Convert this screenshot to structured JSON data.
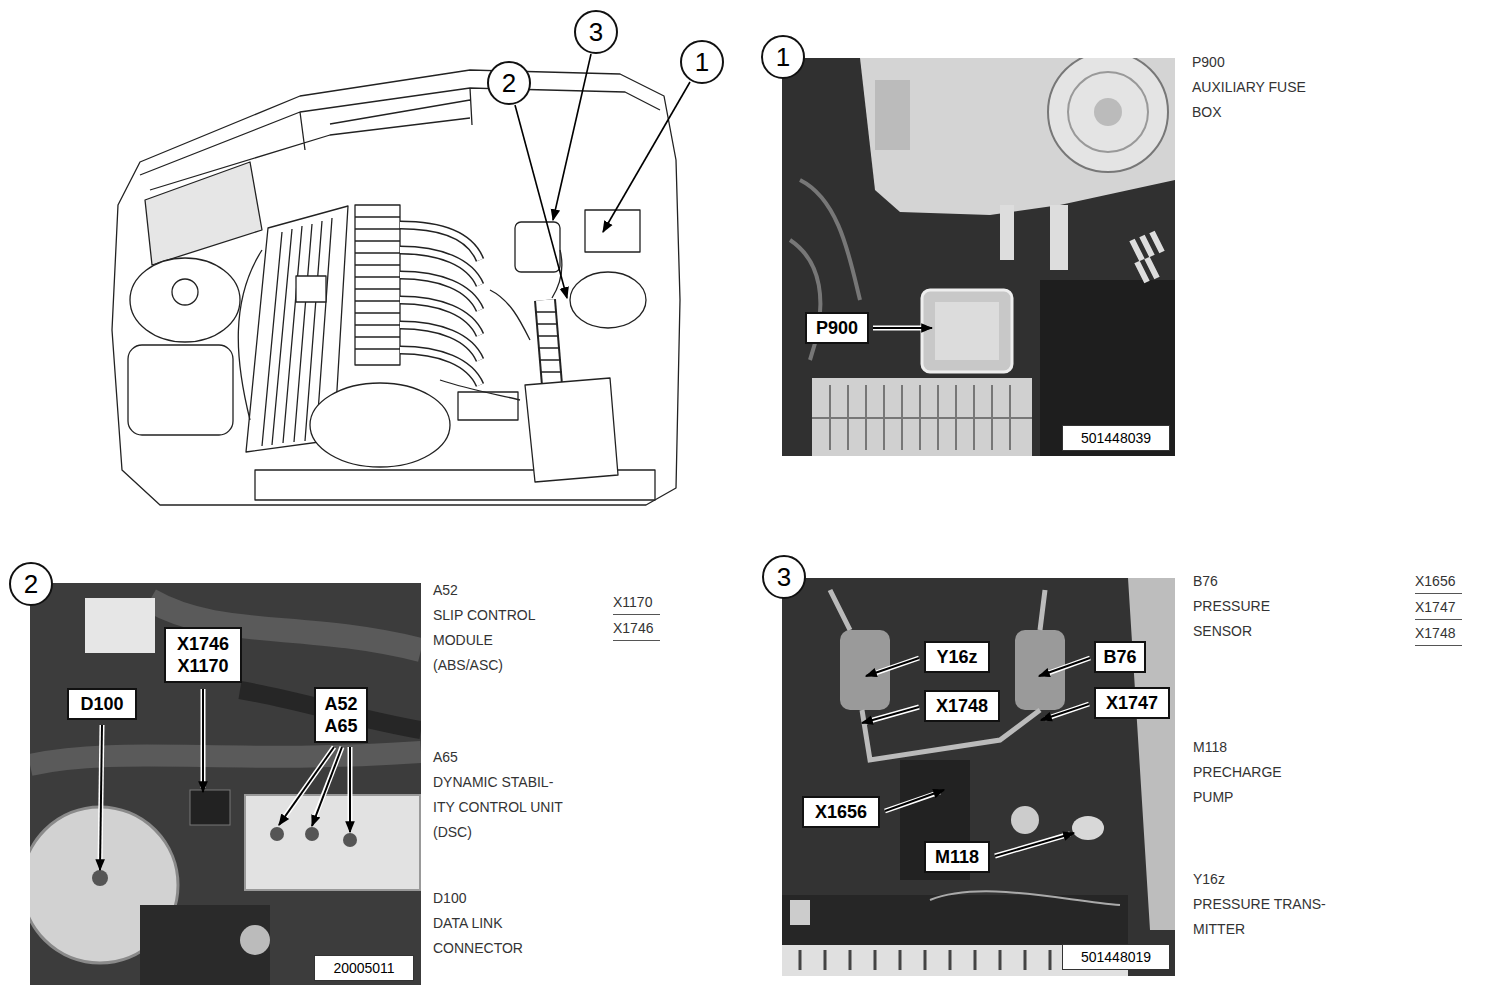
{
  "diagram": {
    "nodes": [
      {
        "text": [
          "2"
        ]
      },
      {
        "text": [
          "3"
        ]
      },
      {
        "text": [
          "1"
        ]
      },
      {
        "text": [
          "1"
        ]
      },
      {
        "text": [
          "P900"
        ]
      },
      {
        "text": [
          "501448039"
        ]
      },
      {
        "text": [
          "2"
        ]
      },
      {
        "text": [
          "X1746",
          "X1170"
        ]
      },
      {
        "text": [
          "D100"
        ]
      },
      {
        "text": [
          "A52",
          "A65"
        ]
      },
      {
        "text": [
          "20005011"
        ]
      },
      {
        "text": [
          "3"
        ]
      },
      {
        "text": [
          "Y16z"
        ]
      },
      {
        "text": [
          "B76"
        ]
      },
      {
        "text": [
          "X1748"
        ]
      },
      {
        "text": [
          "X1747"
        ]
      },
      {
        "text": [
          "X1656"
        ]
      },
      {
        "text": [
          "M118"
        ]
      },
      {
        "text": [
          "501448019"
        ]
      }
    ],
    "labels": [
      "P900",
      "AUXILIARY FUSE BOX",
      "A52",
      "SLIP CONTROL MODULE (ABS/ASC)",
      "X1170",
      "X1746",
      "A65",
      "DYNAMIC STABIL- ITY CONTROL UNIT (DSC)",
      "D100",
      "DATA LINK CONNECTOR",
      "B76",
      "PRESSURE SENSOR",
      "X1656",
      "X1747",
      "X1748",
      "M118",
      "PRECHARGE PUMP",
      "Y16z",
      "PRESSURE TRANS- MITTER"
    ]
  }
}
